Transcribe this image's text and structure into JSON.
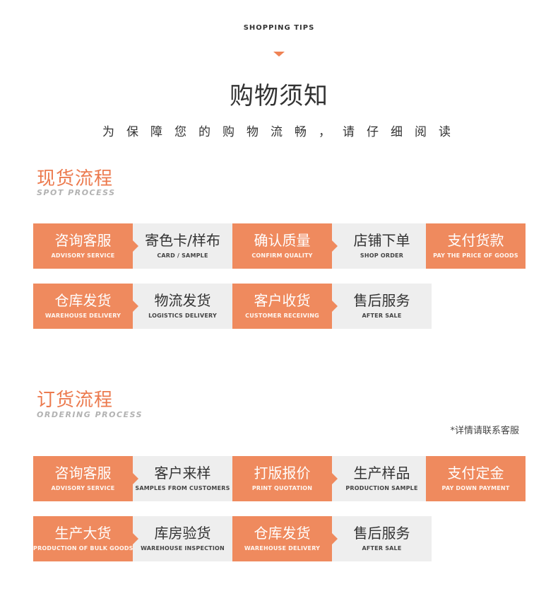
{
  "header": {
    "tips_label": "SHOPPING TIPS",
    "title": "购物须知",
    "subtitle": "为保障您的购物流畅，请仔细阅读"
  },
  "spot": {
    "title": "现货流程",
    "subtitle": "SPOT PROCESS",
    "row1": [
      {
        "cn": "咨询客服",
        "en": "ADVISORY SERVICE",
        "style": "orange"
      },
      {
        "cn": "寄色卡/样布",
        "en": "CARD / SAMPLE",
        "style": "gray"
      },
      {
        "cn": "确认质量",
        "en": "CONFIRM QUALITY",
        "style": "orange"
      },
      {
        "cn": "店铺下单",
        "en": "SHOP ORDER",
        "style": "gray"
      },
      {
        "cn": "支付货款",
        "en": "PAY THE PRICE OF GOODS",
        "style": "orange"
      }
    ],
    "row2": [
      {
        "cn": "仓库发货",
        "en": "WAREHOUSE DELIVERY",
        "style": "orange"
      },
      {
        "cn": "物流发货",
        "en": "LOGISTICS DELIVERY",
        "style": "gray"
      },
      {
        "cn": "客户收货",
        "en": "CUSTOMER RECEIVING",
        "style": "orange"
      },
      {
        "cn": "售后服务",
        "en": "AFTER SALE",
        "style": "gray"
      }
    ]
  },
  "ordering": {
    "title": "订货流程",
    "subtitle": "ORDERING PROCESS",
    "note": "*详情请联系客服",
    "row1": [
      {
        "cn": "咨询客服",
        "en": "ADVISORY SERVICE",
        "style": "orange"
      },
      {
        "cn": "客户来样",
        "en": "SAMPLES FROM CUSTOMERS",
        "style": "gray"
      },
      {
        "cn": "打版报价",
        "en": "PRINT QUOTATION",
        "style": "orange"
      },
      {
        "cn": "生产样品",
        "en": "PRODUCTION SAMPLE",
        "style": "gray"
      },
      {
        "cn": "支付定金",
        "en": "PAY DOWN PAYMENT",
        "style": "orange"
      }
    ],
    "row2": [
      {
        "cn": "生产大货",
        "en": "PRODUCTION OF BULK GOODS",
        "style": "orange"
      },
      {
        "cn": "库房验货",
        "en": "WAREHOUSE INSPECTION",
        "style": "gray"
      },
      {
        "cn": "仓库发货",
        "en": "WAREHOUSE DELIVERY",
        "style": "orange"
      },
      {
        "cn": "售后服务",
        "en": "AFTER SALE",
        "style": "gray"
      }
    ]
  },
  "colors": {
    "accent": "#ef8a5e",
    "step_gray": "#eeeeee",
    "heading_orange": "#ec7a4e"
  }
}
